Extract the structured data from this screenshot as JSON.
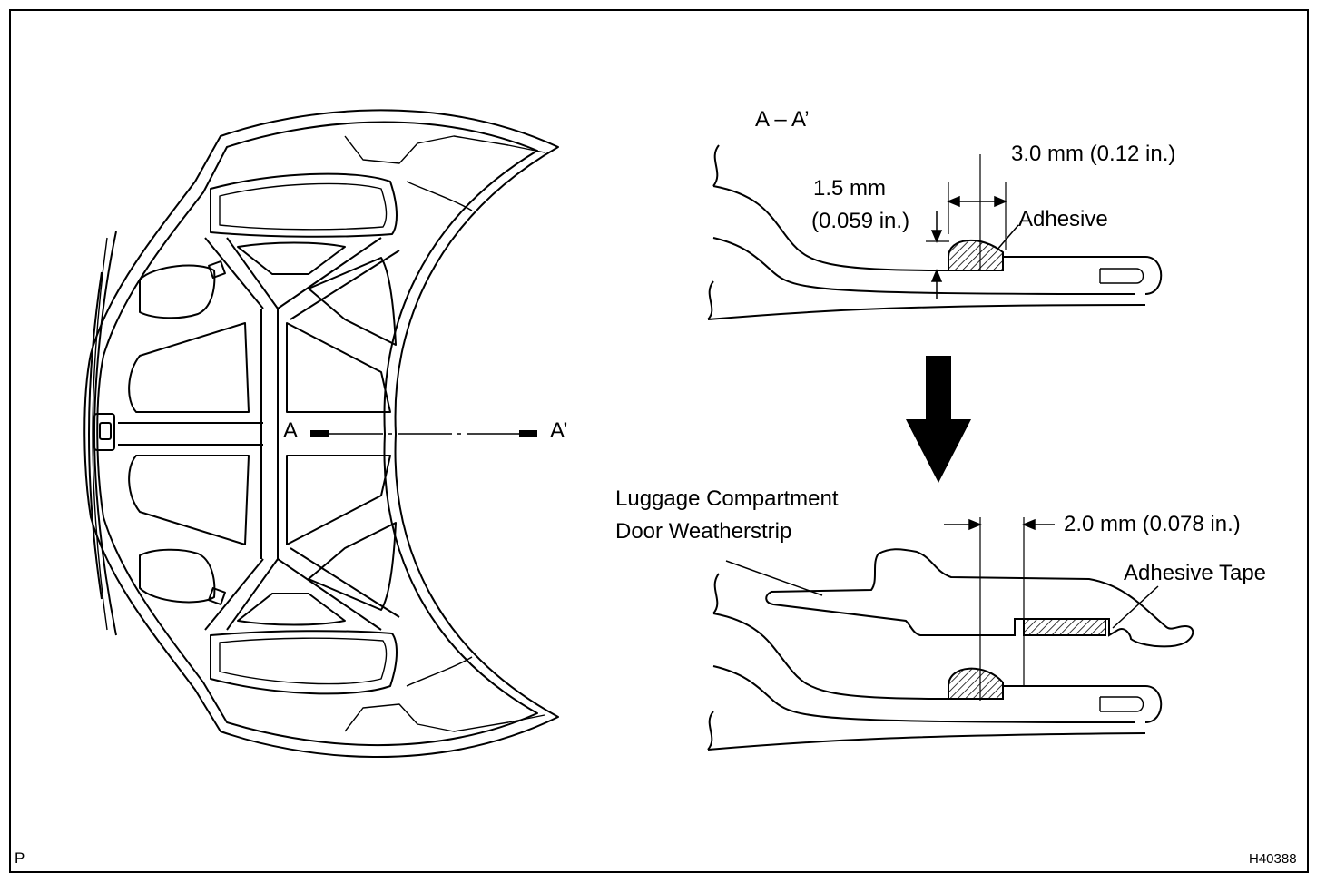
{
  "labels": {
    "section_title": "A – A’",
    "cut_start": "A",
    "cut_end": "A’",
    "dim_bead_width": "3.0 mm (0.12 in.)",
    "dim_bead_height_1": "1.5 mm",
    "dim_bead_height_2": "(0.059 in.)",
    "adhesive": "Adhesive",
    "weatherstrip_1": "Luggage Compartment",
    "weatherstrip_2": "Door Weatherstrip",
    "dim_gap": "2.0 mm (0.078 in.)",
    "adhesive_tape": "Adhesive Tape",
    "corner_code": "P",
    "figure_id": "H40388"
  },
  "colors": {
    "line": "#000000",
    "background": "#ffffff"
  }
}
